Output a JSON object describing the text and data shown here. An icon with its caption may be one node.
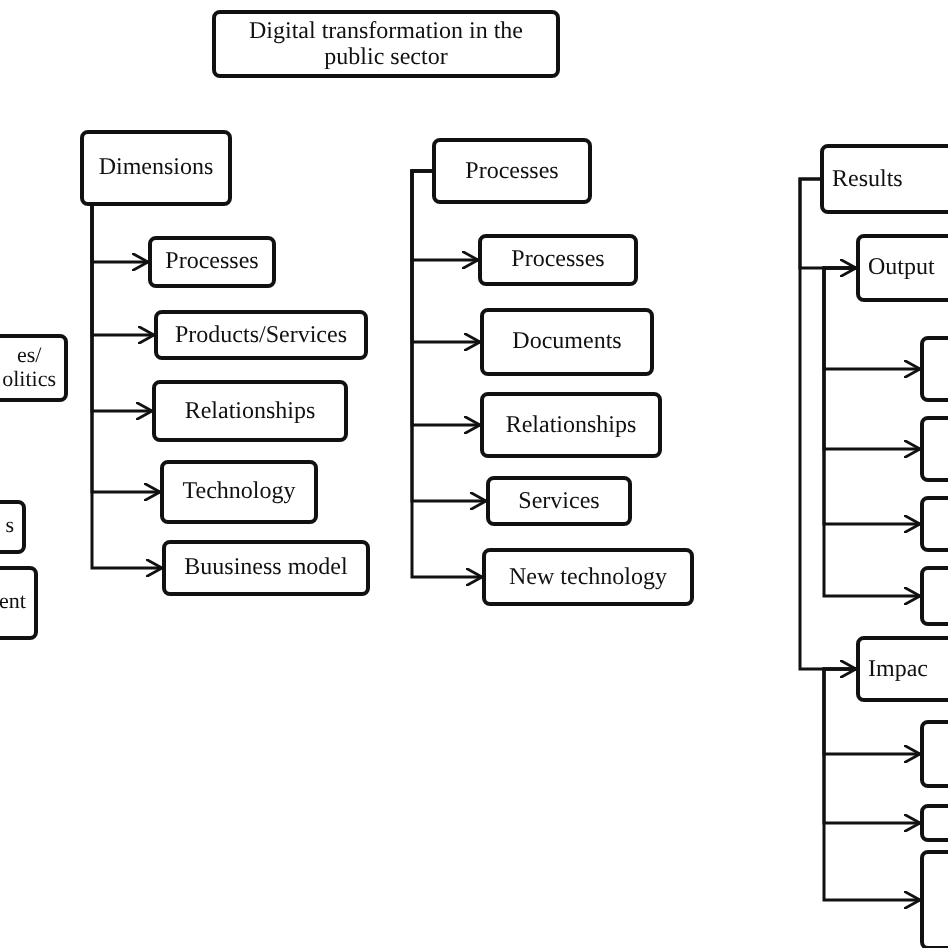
{
  "diagram": {
    "nodes": [
      {
        "text": [
          "Digital transformation in the public sector"
        ]
      },
      {
        "text": [
          "es/ olitics"
        ]
      },
      {
        "text": [
          "s"
        ]
      },
      {
        "text": [
          "ent"
        ]
      },
      {
        "text": [
          "Dimensions"
        ]
      },
      {
        "text": [
          "Processes"
        ]
      },
      {
        "text": [
          "Products/Services"
        ]
      },
      {
        "text": [
          "Relationships"
        ]
      },
      {
        "text": [
          "Technology"
        ]
      },
      {
        "text": [
          "Buusiness model"
        ]
      },
      {
        "text": [
          "Processes"
        ]
      },
      {
        "text": [
          "Processes"
        ]
      },
      {
        "text": [
          "Documents"
        ]
      },
      {
        "text": [
          "Relationships"
        ]
      },
      {
        "text": [
          "Services"
        ]
      },
      {
        "text": [
          "New technology"
        ]
      },
      {
        "text": [
          "Results"
        ]
      },
      {
        "text": [
          "Output"
        ]
      },
      {
        "text": [],
        "shape": "box"
      },
      {
        "text": [],
        "shape": "box"
      },
      {
        "text": [],
        "shape": "box"
      },
      {
        "text": [],
        "shape": "box"
      },
      {
        "text": [
          "Impac"
        ]
      },
      {
        "text": [],
        "shape": "box"
      },
      {
        "text": [],
        "shape": "box"
      },
      {
        "text": [],
        "shape": "box"
      }
    ],
    "edges": [
      {
        "from": 4,
        "to": 5,
        "arrow": "to"
      },
      {
        "from": 4,
        "to": 6,
        "arrow": "to"
      },
      {
        "from": 4,
        "to": 7,
        "arrow": "to"
      },
      {
        "from": 4,
        "to": 8,
        "arrow": "to"
      },
      {
        "from": 4,
        "to": 9,
        "arrow": "to"
      },
      {
        "from": 10,
        "to": 11,
        "arrow": "to"
      },
      {
        "from": 10,
        "to": 12,
        "arrow": "to"
      },
      {
        "from": 10,
        "to": 13,
        "arrow": "to"
      },
      {
        "from": 10,
        "to": 14,
        "arrow": "to"
      },
      {
        "from": 10,
        "to": 15,
        "arrow": "to"
      },
      {
        "from": 16,
        "to": 17,
        "arrow": "to"
      },
      {
        "from": 16,
        "to": 22,
        "arrow": "to"
      },
      {
        "from": 17,
        "to": 18,
        "arrow": "to"
      },
      {
        "from": 17,
        "to": 19,
        "arrow": "to"
      },
      {
        "from": 17,
        "to": 20,
        "arrow": "to"
      },
      {
        "from": 17,
        "to": 21,
        "arrow": "to"
      },
      {
        "from": 22,
        "to": 23,
        "arrow": "to"
      },
      {
        "from": 22,
        "to": 24,
        "arrow": "to"
      },
      {
        "from": 22,
        "to": 25,
        "arrow": "to"
      }
    ]
  }
}
